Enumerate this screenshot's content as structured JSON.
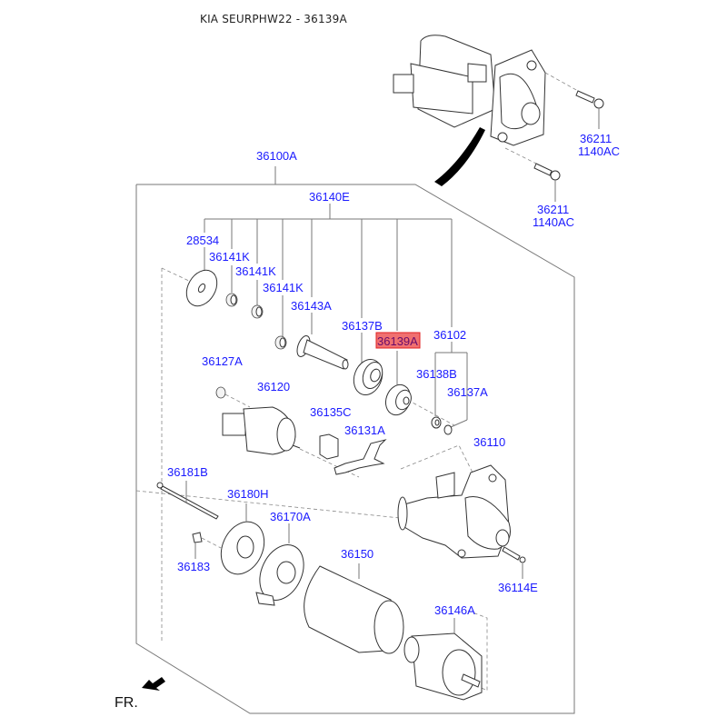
{
  "title": "KIA SEURPHW22 - 36139A",
  "highlight_color": "#f07070",
  "label_color": "#1a1aff",
  "direction_label": "FR.",
  "labels": {
    "l_36211_a": "36211",
    "l_1140ac_a": "1140AC",
    "l_36211_b": "36211",
    "l_1140ac_b": "1140AC",
    "l_36100a": "36100A",
    "l_36140e": "36140E",
    "l_28534": "28534",
    "l_36141k_1": "36141K",
    "l_36141k_2": "36141K",
    "l_36141k_3": "36141K",
    "l_36143a": "36143A",
    "l_36137b": "36137B",
    "l_36139a": "36139A",
    "l_36102": "36102",
    "l_36127a": "36127A",
    "l_36120": "36120",
    "l_36138b": "36138B",
    "l_36137a": "36137A",
    "l_36135c": "36135C",
    "l_36131a": "36131A",
    "l_36110": "36110",
    "l_36181b": "36181B",
    "l_36180h": "36180H",
    "l_36170a": "36170A",
    "l_36183": "36183",
    "l_36150": "36150",
    "l_36114e": "36114E",
    "l_36146a": "36146A"
  }
}
